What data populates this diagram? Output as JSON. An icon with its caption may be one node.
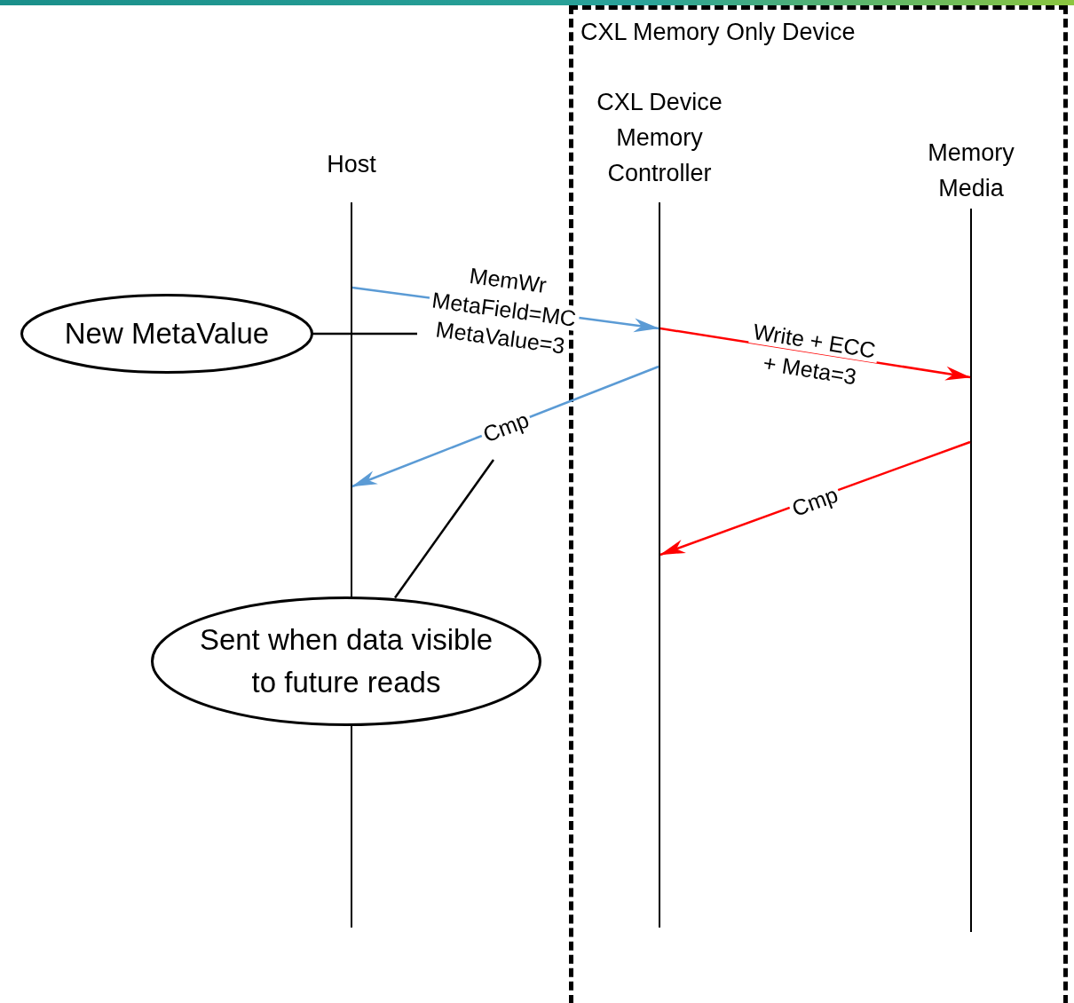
{
  "diagram": {
    "nodes": [
      {
        "text": [
          "CXL Memory Only Device"
        ]
      },
      {
        "text": [
          "Host"
        ]
      },
      {
        "text": [
          "CXL Device Memory Controller"
        ],
        "in": 0
      },
      {
        "text": [
          "Memory Media"
        ],
        "in": 0
      },
      {
        "text": [
          "New MetaValue"
        ]
      },
      {
        "text": [
          "Sent when data visible to future reads"
        ]
      }
    ],
    "edges": [
      {
        "from": 1,
        "to": 2,
        "arrow": "to",
        "label": "MemWr MetaField=MC MetaValue=3",
        "color": "#5b9bd5"
      },
      {
        "from": 2,
        "to": 3,
        "arrow": "to",
        "label": "Write + ECC + Meta=3",
        "color": "#ff0000"
      },
      {
        "from": 2,
        "to": 1,
        "arrow": "to",
        "label": "Cmp",
        "color": "#5b9bd5"
      },
      {
        "from": 3,
        "to": 2,
        "arrow": "to",
        "label": "Cmp",
        "color": "#ff0000"
      },
      {
        "from": 4,
        "to": null,
        "arrow": "none",
        "color": "#000000"
      },
      {
        "from": 5,
        "to": null,
        "arrow": "none",
        "color": "#000000"
      }
    ]
  }
}
